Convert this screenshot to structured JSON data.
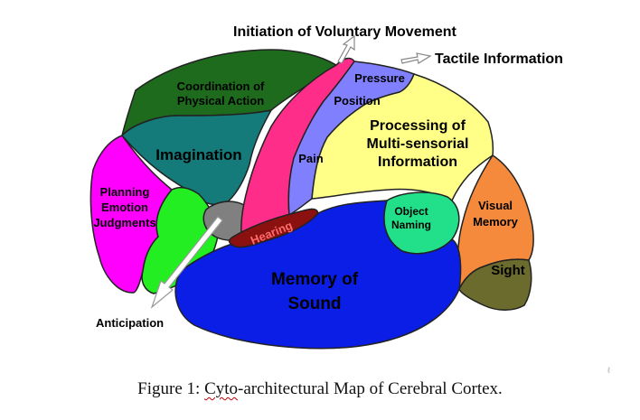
{
  "annotations": {
    "initiation": "Initiation of Voluntary Movement",
    "tactile": "Tactile Information",
    "anticipation": "Anticipation"
  },
  "regions": {
    "coordination_1": "Coordination of",
    "coordination_2": "Physical Action",
    "imagination": "Imagination",
    "planning_1": "Planning",
    "planning_2": "Emotion",
    "planning_3": "Judgments",
    "pressure": "Pressure",
    "position": "Position",
    "pain": "Pain",
    "processing_1": "Processing of",
    "processing_2": "Multi-sensorial",
    "processing_3": "Information",
    "object_1": "Object",
    "object_2": "Naming",
    "hearing": "Hearing",
    "visual_1": "Visual",
    "visual_2": "Memory",
    "sight": "Sight",
    "memory_1": "Memory of",
    "memory_2": "Sound"
  },
  "caption": {
    "prefix": "Figure 1: ",
    "squiggle": "Cyto",
    "rest": "-architectural Map of Cerebral Cortex."
  },
  "colors": {
    "coordination": "#1e6b1e",
    "imagination": "#147a7a",
    "planning": "#ff00ff",
    "motor": "#ff2d8a",
    "somatosensory": "#8080ff",
    "processing": "#ffff88",
    "visual": "#f58a3c",
    "sight": "#6b6b2e",
    "memory_of_sound": "#0a1ee6",
    "green": "#22ee22",
    "object_naming": "#22e08a",
    "hearing": "#8b1010",
    "gray": "#808080"
  }
}
